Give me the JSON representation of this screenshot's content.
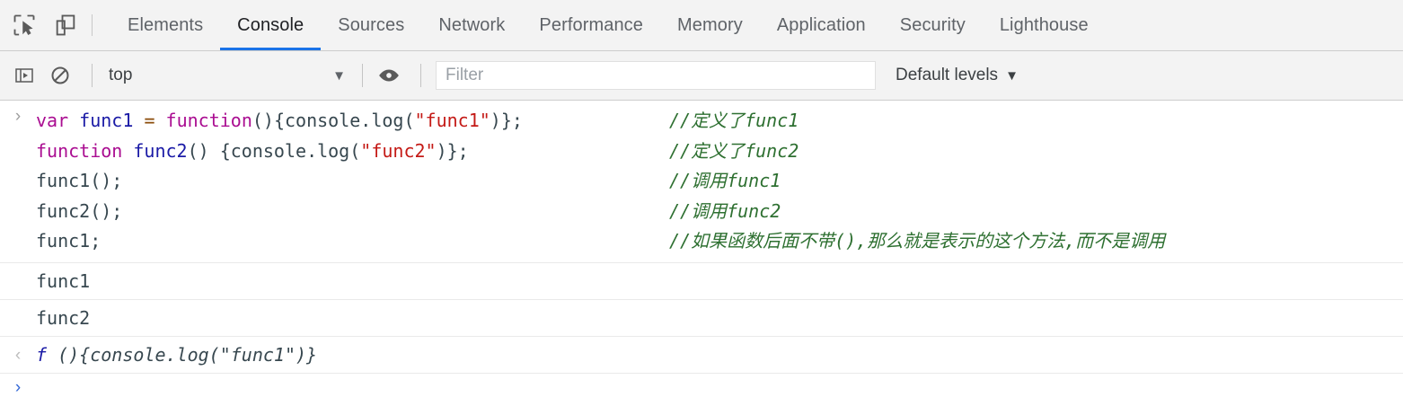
{
  "tabbar": {
    "icons": [
      {
        "name": "inspect-element-icon",
        "title": "Inspect element"
      },
      {
        "name": "device-toolbar-icon",
        "title": "Toggle device toolbar"
      }
    ],
    "tabs": [
      {
        "label": "Elements",
        "active": false
      },
      {
        "label": "Console",
        "active": true
      },
      {
        "label": "Sources",
        "active": false
      },
      {
        "label": "Network",
        "active": false
      },
      {
        "label": "Performance",
        "active": false
      },
      {
        "label": "Memory",
        "active": false
      },
      {
        "label": "Application",
        "active": false
      },
      {
        "label": "Security",
        "active": false
      },
      {
        "label": "Lighthouse",
        "active": false
      }
    ],
    "active_tab_underline_color": "#1a73e8"
  },
  "toolbar": {
    "sidebar_toggle_icon": "console-sidebar-icon",
    "clear_console_icon": "clear-console-icon",
    "context": {
      "value": "top",
      "caret": "▼"
    },
    "eye_icon": "live-expression-eye-icon",
    "filter": {
      "placeholder": "Filter",
      "value": ""
    },
    "levels": {
      "label": "Default levels",
      "caret": "▼"
    }
  },
  "console": {
    "input_marker": "›",
    "output_marker": "‹",
    "prompt_marker": "›",
    "input_lines": [
      {
        "tokens": [
          {
            "t": "var",
            "c": "kw"
          },
          {
            "t": " ",
            "c": "plain"
          },
          {
            "t": "func1",
            "c": "ident"
          },
          {
            "t": " ",
            "c": "plain"
          },
          {
            "t": "=",
            "c": "op"
          },
          {
            "t": " ",
            "c": "plain"
          },
          {
            "t": "function",
            "c": "kw"
          },
          {
            "t": "(){",
            "c": "plain"
          },
          {
            "t": "console",
            "c": "plain"
          },
          {
            "t": ".log(",
            "c": "plain"
          },
          {
            "t": "\"func1\"",
            "c": "str"
          },
          {
            "t": ")};",
            "c": "plain"
          }
        ],
        "comment": "//定义了func1"
      },
      {
        "tokens": [
          {
            "t": "function",
            "c": "kw"
          },
          {
            "t": " ",
            "c": "plain"
          },
          {
            "t": "func2",
            "c": "ident"
          },
          {
            "t": "() {",
            "c": "plain"
          },
          {
            "t": "console",
            "c": "plain"
          },
          {
            "t": ".log(",
            "c": "plain"
          },
          {
            "t": "\"func2\"",
            "c": "str"
          },
          {
            "t": ")};",
            "c": "plain"
          }
        ],
        "comment": "//定义了func2"
      },
      {
        "tokens": [
          {
            "t": "func1();",
            "c": "plain"
          }
        ],
        "comment": "//调用func1"
      },
      {
        "tokens": [
          {
            "t": "func2();",
            "c": "plain"
          }
        ],
        "comment": "//调用func2"
      },
      {
        "tokens": [
          {
            "t": "func1;",
            "c": "plain"
          }
        ],
        "comment": "//如果函数后面不带(),那么就是表示的这个方法,而不是调用"
      }
    ],
    "output_rows": [
      {
        "type": "log",
        "text": "func1"
      },
      {
        "type": "log",
        "text": "func2"
      }
    ],
    "return_row": {
      "f_glyph": "f",
      "body": " (){console.log(\"func1\")}"
    }
  }
}
